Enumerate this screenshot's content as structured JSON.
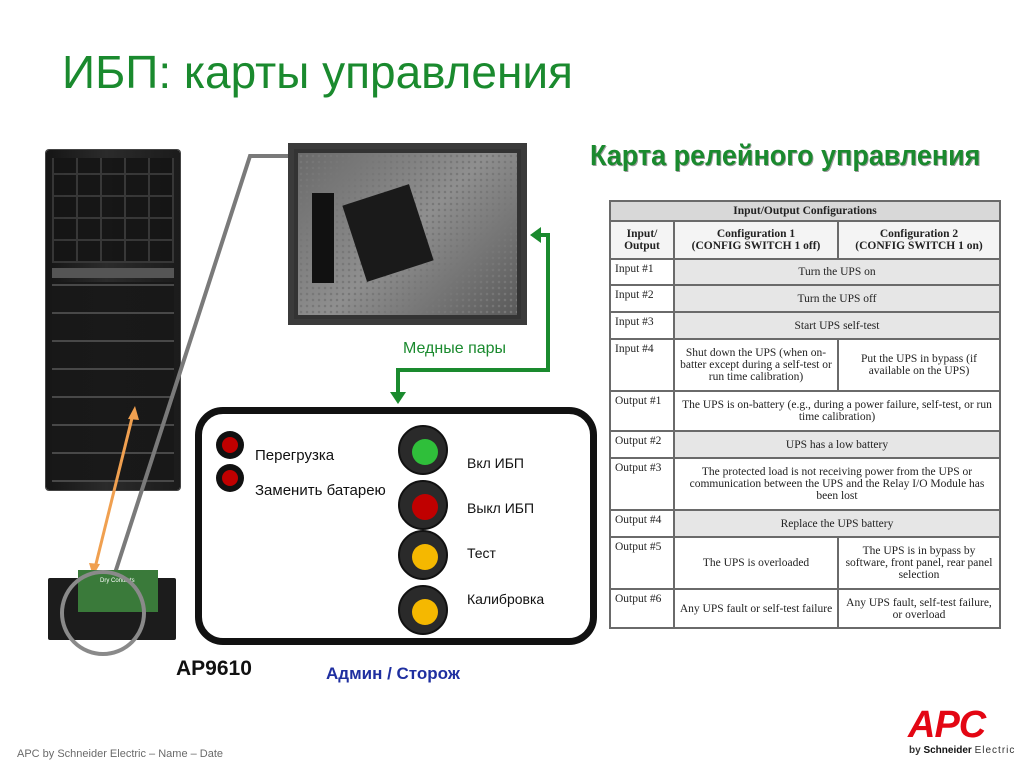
{
  "title": "ИБП: карты управления",
  "relay_heading": "Карта релейного управления",
  "copper_pairs": "Медные пары",
  "card_model": "AP9610",
  "card_photo_text": "Dry Contacts",
  "admin_label": "Админ / Сторож",
  "panel": {
    "overload": "Перегрузка",
    "replace_battery": "Заменить батарею",
    "ups_on": "Вкл ИБП",
    "ups_off": "Выкл ИБП",
    "test": "Тест",
    "calibration": "Калибровка"
  },
  "colors": {
    "title_green": "#1a8a2e",
    "admin_blue": "#1f2fa0",
    "led_red": "#c00000",
    "led_green": "#2fbf3a",
    "led_yellow": "#f5b800",
    "arrow_orange": "#f0a050",
    "apc_red": "#e30613"
  },
  "table": {
    "title": "Input/Output Configurations",
    "col1": "Input/ Output",
    "col2_line1": "Configuration 1",
    "col2_line2": "(CONFIG SWITCH 1 off)",
    "col3_line1": "Configuration 2",
    "col3_line2": "(CONFIG SWITCH 1 on)",
    "rows": [
      {
        "label": "Input #1",
        "both": "Turn the UPS on"
      },
      {
        "label": "Input #2",
        "both": "Turn the UPS off"
      },
      {
        "label": "Input #3",
        "both": "Start UPS self-test"
      },
      {
        "label": "Input #4",
        "c1": "Shut down the UPS (when on-batter except during a self-test or run time calibration)",
        "c2": "Put the UPS in bypass (if available on the UPS)"
      },
      {
        "label": "Output #1",
        "both": "The UPS is on-battery (e.g., during a power failure, self-test, or run time calibration)"
      },
      {
        "label": "Output #2",
        "both": "UPS has a low battery"
      },
      {
        "label": "Output #3",
        "both": "The protected load is not receiving power from the UPS or communication between the UPS and the Relay I/O Module has been lost"
      },
      {
        "label": "Output #4",
        "both": "Replace the UPS battery"
      },
      {
        "label": "Output #5",
        "c1": "The UPS is overloaded",
        "c2": "The UPS is in bypass by software, front panel, rear panel selection"
      },
      {
        "label": "Output #6",
        "c1": "Any UPS fault or self-test failure",
        "c2": "Any UPS fault, self-test failure, or overload"
      }
    ]
  },
  "footer": "APC by Schneider Electric – Name – Date",
  "logo": {
    "text": "APC",
    "sub_by": "by",
    "sub_brand": "Schneider",
    "sub_electric": "Electric"
  }
}
